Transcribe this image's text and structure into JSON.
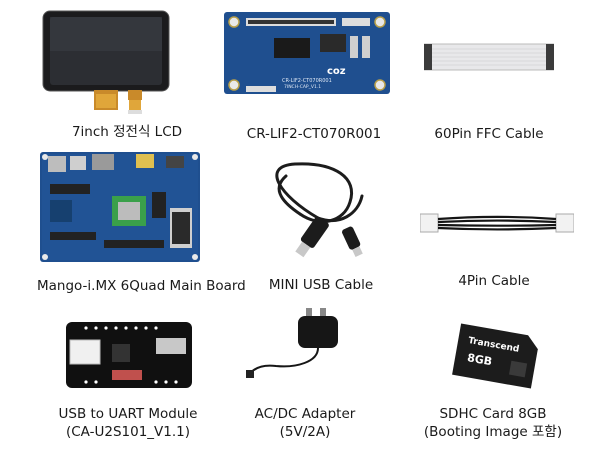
{
  "items": [
    {
      "caption": "7inch 정전식 LCD",
      "icon": "lcd-touch-panel"
    },
    {
      "caption": "CR-LIF2-CT070R001",
      "icon": "lcd-interface-board",
      "board_text": {
        "logo": "coz",
        "model": "CR-LIF2-CT070R001",
        "rev": "7INCH-CAP_V1.1"
      }
    },
    {
      "caption": "60Pin FFC Cable",
      "icon": "ffc-cable"
    },
    {
      "caption": "Mango-i.MX 6Quad Main Board",
      "icon": "main-board"
    },
    {
      "caption": "MINI USB Cable",
      "icon": "mini-usb-cable"
    },
    {
      "caption": "4Pin Cable",
      "icon": "4pin-cable"
    },
    {
      "caption_lines": [
        "USB to UART Module",
        "(CA-U2S101_V1.1)"
      ],
      "icon": "usb-uart-module"
    },
    {
      "caption_lines": [
        "AC/DC Adapter",
        "(5V/2A)"
      ],
      "icon": "ac-dc-adapter"
    },
    {
      "caption_lines": [
        "SDHC Card 8GB",
        "(Booting Image 포함)"
      ],
      "icon": "sd-card",
      "card_text": {
        "brand": "Transcend",
        "capacity": "8GB"
      }
    }
  ],
  "colors": {
    "pcb": "#1f4f8f",
    "pcb_dark": "#163b70",
    "caption": "#1a1a1a"
  }
}
